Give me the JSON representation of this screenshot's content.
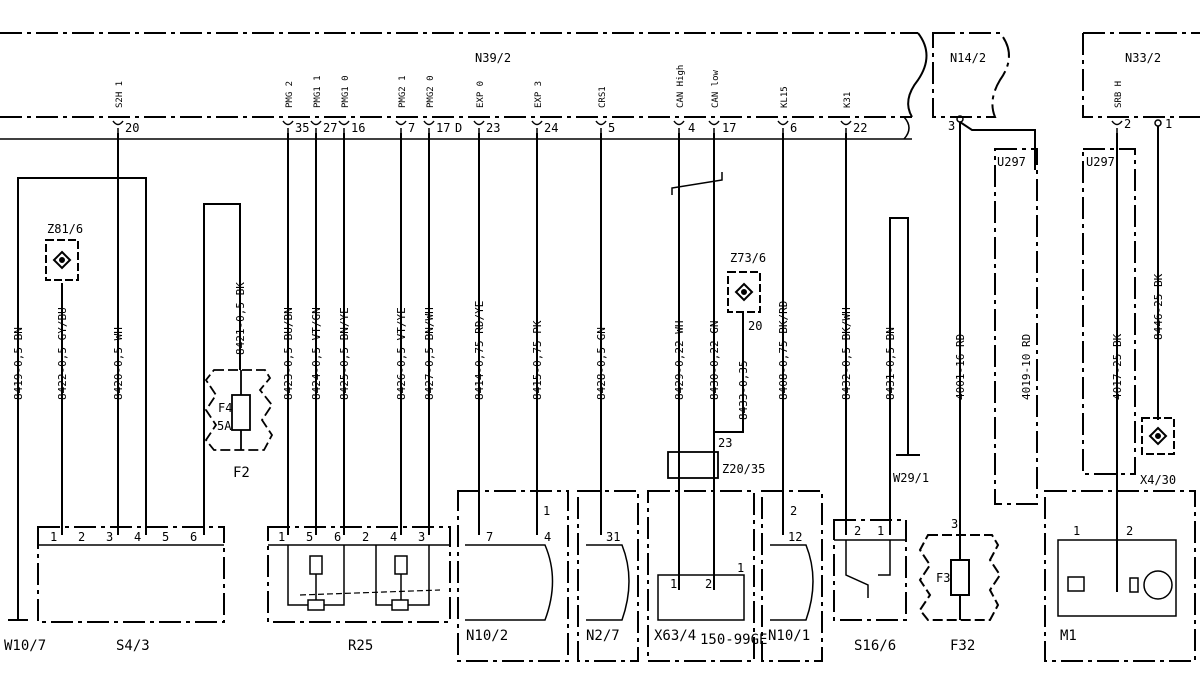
{
  "modules": {
    "n39": "N39/2",
    "n14": "N14/2",
    "n33": "N33/2"
  },
  "signals": {
    "s2h1": "S2H 1",
    "pmg2": "PMG 2",
    "pmg1": "PMG1 1",
    "pmg0": "PMG1 0",
    "pmg21": "PMG2 1",
    "pmg20": "PMG2 0",
    "exp0": "EXP 0",
    "exp3": "EXP 3",
    "crs1": "CRS1",
    "canh": "CAN High",
    "canl": "CAN low",
    "kl15": "KL15",
    "kl31": "K31",
    "srbh": "SRB H"
  },
  "pins": {
    "p20": "20",
    "p35": "35",
    "p27": "27",
    "p16": "16",
    "p7": "7",
    "p17": "17",
    "p23": "23",
    "p24": "24",
    "p5": "5",
    "p4": "4",
    "p17b": "17",
    "p6": "6",
    "p22": "22",
    "n14p3": "3",
    "n33p2": "2",
    "n33p1": "1",
    "diode": "D"
  },
  "wires": {
    "w8419": "8419-0,5 BN",
    "w8422": "8422-0,5 GY/BU",
    "w8420": "8420-0,5 WH",
    "w8421": "8421-0,5 BK",
    "w8423": "8423-0,5 BU/BN",
    "w8424": "8424-0,5 VT/GN",
    "w8425": "8425-0,5 BN/YE",
    "w8426": "8426-0,5 VT/YE",
    "w8427": "8427-0,5 BN/WH",
    "w8414": "8414-0,75 RD/YE",
    "w8415": "8415-0,75 PK",
    "w8428": "8428-0,5 GN",
    "w8429": "8429-0,22 WH",
    "w8430": "8430-0,22 GN",
    "w8433": "8433-0,35",
    "w8408": "8408-0,75 BK/RD",
    "w8432": "8432-0,5 BK/WH",
    "w8431": "8431-0,5 BN",
    "w4001": "4001-16 RD",
    "w4019": "4019-10 RD",
    "w4017": "4017-25 BK",
    "w8446": "8446-25 BK"
  },
  "components": {
    "z81": "Z81/6",
    "z73": "Z73/6",
    "z73pin": "20",
    "z20": "Z20/35",
    "z20pin": "23",
    "f4": "F4",
    "f4amp": "5A",
    "f2": "F2",
    "w29": "W29/1",
    "u297a": "U297",
    "u297b": "U297",
    "x430": "X4/30",
    "w107": "W10/7",
    "s43": "S4/3",
    "r25": "R25",
    "n102": "N10/2",
    "n27": "N2/7",
    "x634": "X63/4",
    "e150": "150-99GE",
    "n101": "N10/1",
    "s166": "S16/6",
    "f32": "F32",
    "f3": "F3",
    "m1": "M1"
  },
  "connector_pins": {
    "s43": [
      "1",
      "2",
      "3",
      "4",
      "5",
      "6"
    ],
    "r25": [
      "1",
      "5",
      "6",
      "2",
      "4",
      "3"
    ],
    "n102": [
      "7",
      "4"
    ],
    "n102top": "1",
    "n27": "31",
    "x634": [
      "1",
      "2"
    ],
    "x634side": "1",
    "n101": "12",
    "n101top": "2",
    "s166": [
      "2",
      "1"
    ],
    "f32": "3",
    "m1": [
      "1",
      "2"
    ]
  }
}
